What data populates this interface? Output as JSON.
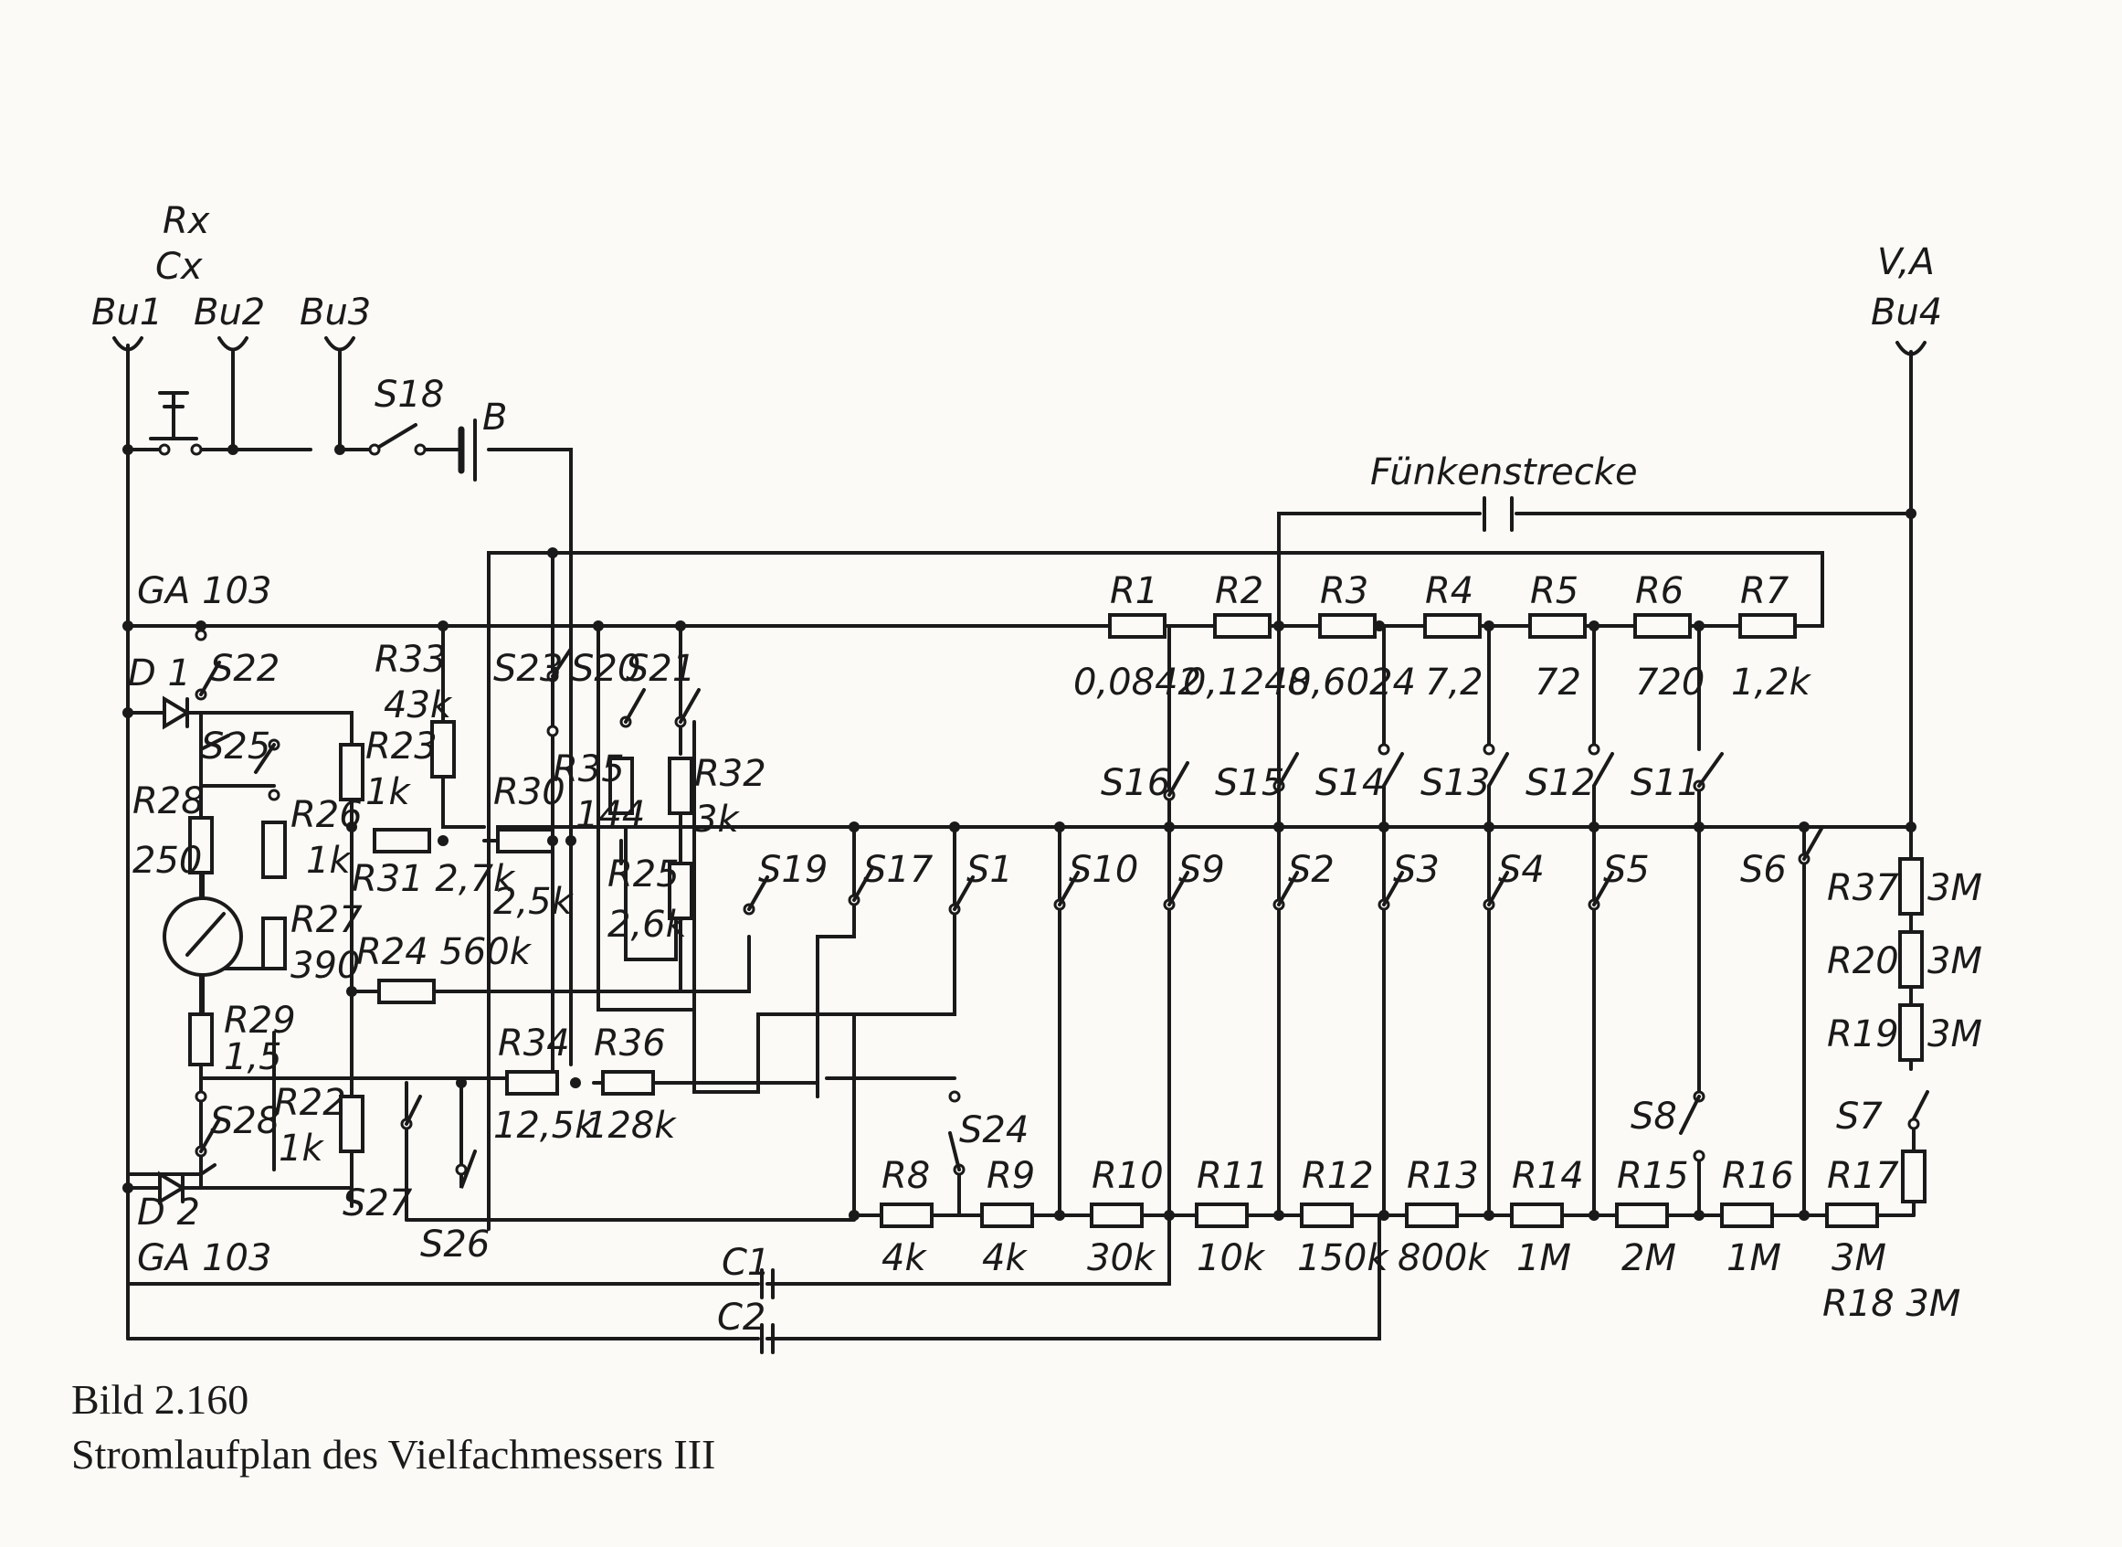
{
  "terminals": {
    "bu1": "Bu1",
    "bu2": "Bu2",
    "bu3": "Bu3",
    "bu4": "Bu4",
    "rx": "Rx",
    "cx": "Cx",
    "va": "V,A"
  },
  "battery": {
    "switch": "S18",
    "label": "B"
  },
  "spark_gap": "Fünkenstrecke",
  "diodes": {
    "d1": "D 1",
    "d1_type": "GA 103",
    "d2": "D 2",
    "d2_type": "GA 103"
  },
  "top_chain": [
    {
      "name": "R1",
      "value": "0,0842"
    },
    {
      "name": "R2",
      "value": "0,1248"
    },
    {
      "name": "R3",
      "value": "0,6024"
    },
    {
      "name": "R4",
      "value": "7,2"
    },
    {
      "name": "R5",
      "value": "72"
    },
    {
      "name": "R6",
      "value": "720"
    },
    {
      "name": "R7",
      "value": "1,2k"
    }
  ],
  "bottom_chain": [
    {
      "name": "R8",
      "value": "4k"
    },
    {
      "name": "R9",
      "value": "4k"
    },
    {
      "name": "R10",
      "value": "30k"
    },
    {
      "name": "R11",
      "value": "10k"
    },
    {
      "name": "R12",
      "value": "150k"
    },
    {
      "name": "R13",
      "value": "800k"
    },
    {
      "name": "R14",
      "value": "1M"
    },
    {
      "name": "R15",
      "value": "2M"
    },
    {
      "name": "R16",
      "value": "1M"
    },
    {
      "name": "R17",
      "value": "3M"
    }
  ],
  "right_stack": [
    {
      "name": "R37",
      "value": "3M"
    },
    {
      "name": "R20",
      "value": "3M"
    },
    {
      "name": "R19",
      "value": "3M"
    }
  ],
  "r18": "R18 3M",
  "left_parts": {
    "r33": "R33",
    "r33v": "43k",
    "r23": "R23",
    "r23v": "1k",
    "r28": "R28",
    "r28v": "250",
    "r26": "R26",
    "r26v": "1k",
    "r31": "R31 2,7k",
    "r27": "R27",
    "r27v": "390",
    "r24": "R24 560k",
    "r29": "R29",
    "r29v": "1,5",
    "r22": "R22",
    "r22v": "1k",
    "r30": "R30",
    "r30v": "2,5k",
    "r35": "R35",
    "r35v": "144",
    "r32": "R32",
    "r32v": "3k",
    "r25": "R25",
    "r25v": "2,6k",
    "r34": "R34",
    "r34v": "12,5k",
    "r36": "R36",
    "r36v": "128k"
  },
  "switches": {
    "s1": "S1",
    "s2": "S2",
    "s3": "S3",
    "s4": "S4",
    "s5": "S5",
    "s6": "S6",
    "s7": "S7",
    "s8": "S8",
    "s9": "S9",
    "s10": "S10",
    "s11": "S11",
    "s12": "S12",
    "s13": "S13",
    "s14": "S14",
    "s15": "S15",
    "s16": "S16",
    "s17": "S17",
    "s19": "S19",
    "s20": "S20",
    "s21": "S21",
    "s22": "S22",
    "s23": "S23",
    "s24": "S24",
    "s25": "S25",
    "s26": "S26",
    "s27": "S27",
    "s28": "S28"
  },
  "caps": {
    "c1": "C1",
    "c2": "C2"
  },
  "caption": {
    "line1": "Bild 2.160",
    "line2": "Stromlaufplan des Vielfachmessers III"
  }
}
